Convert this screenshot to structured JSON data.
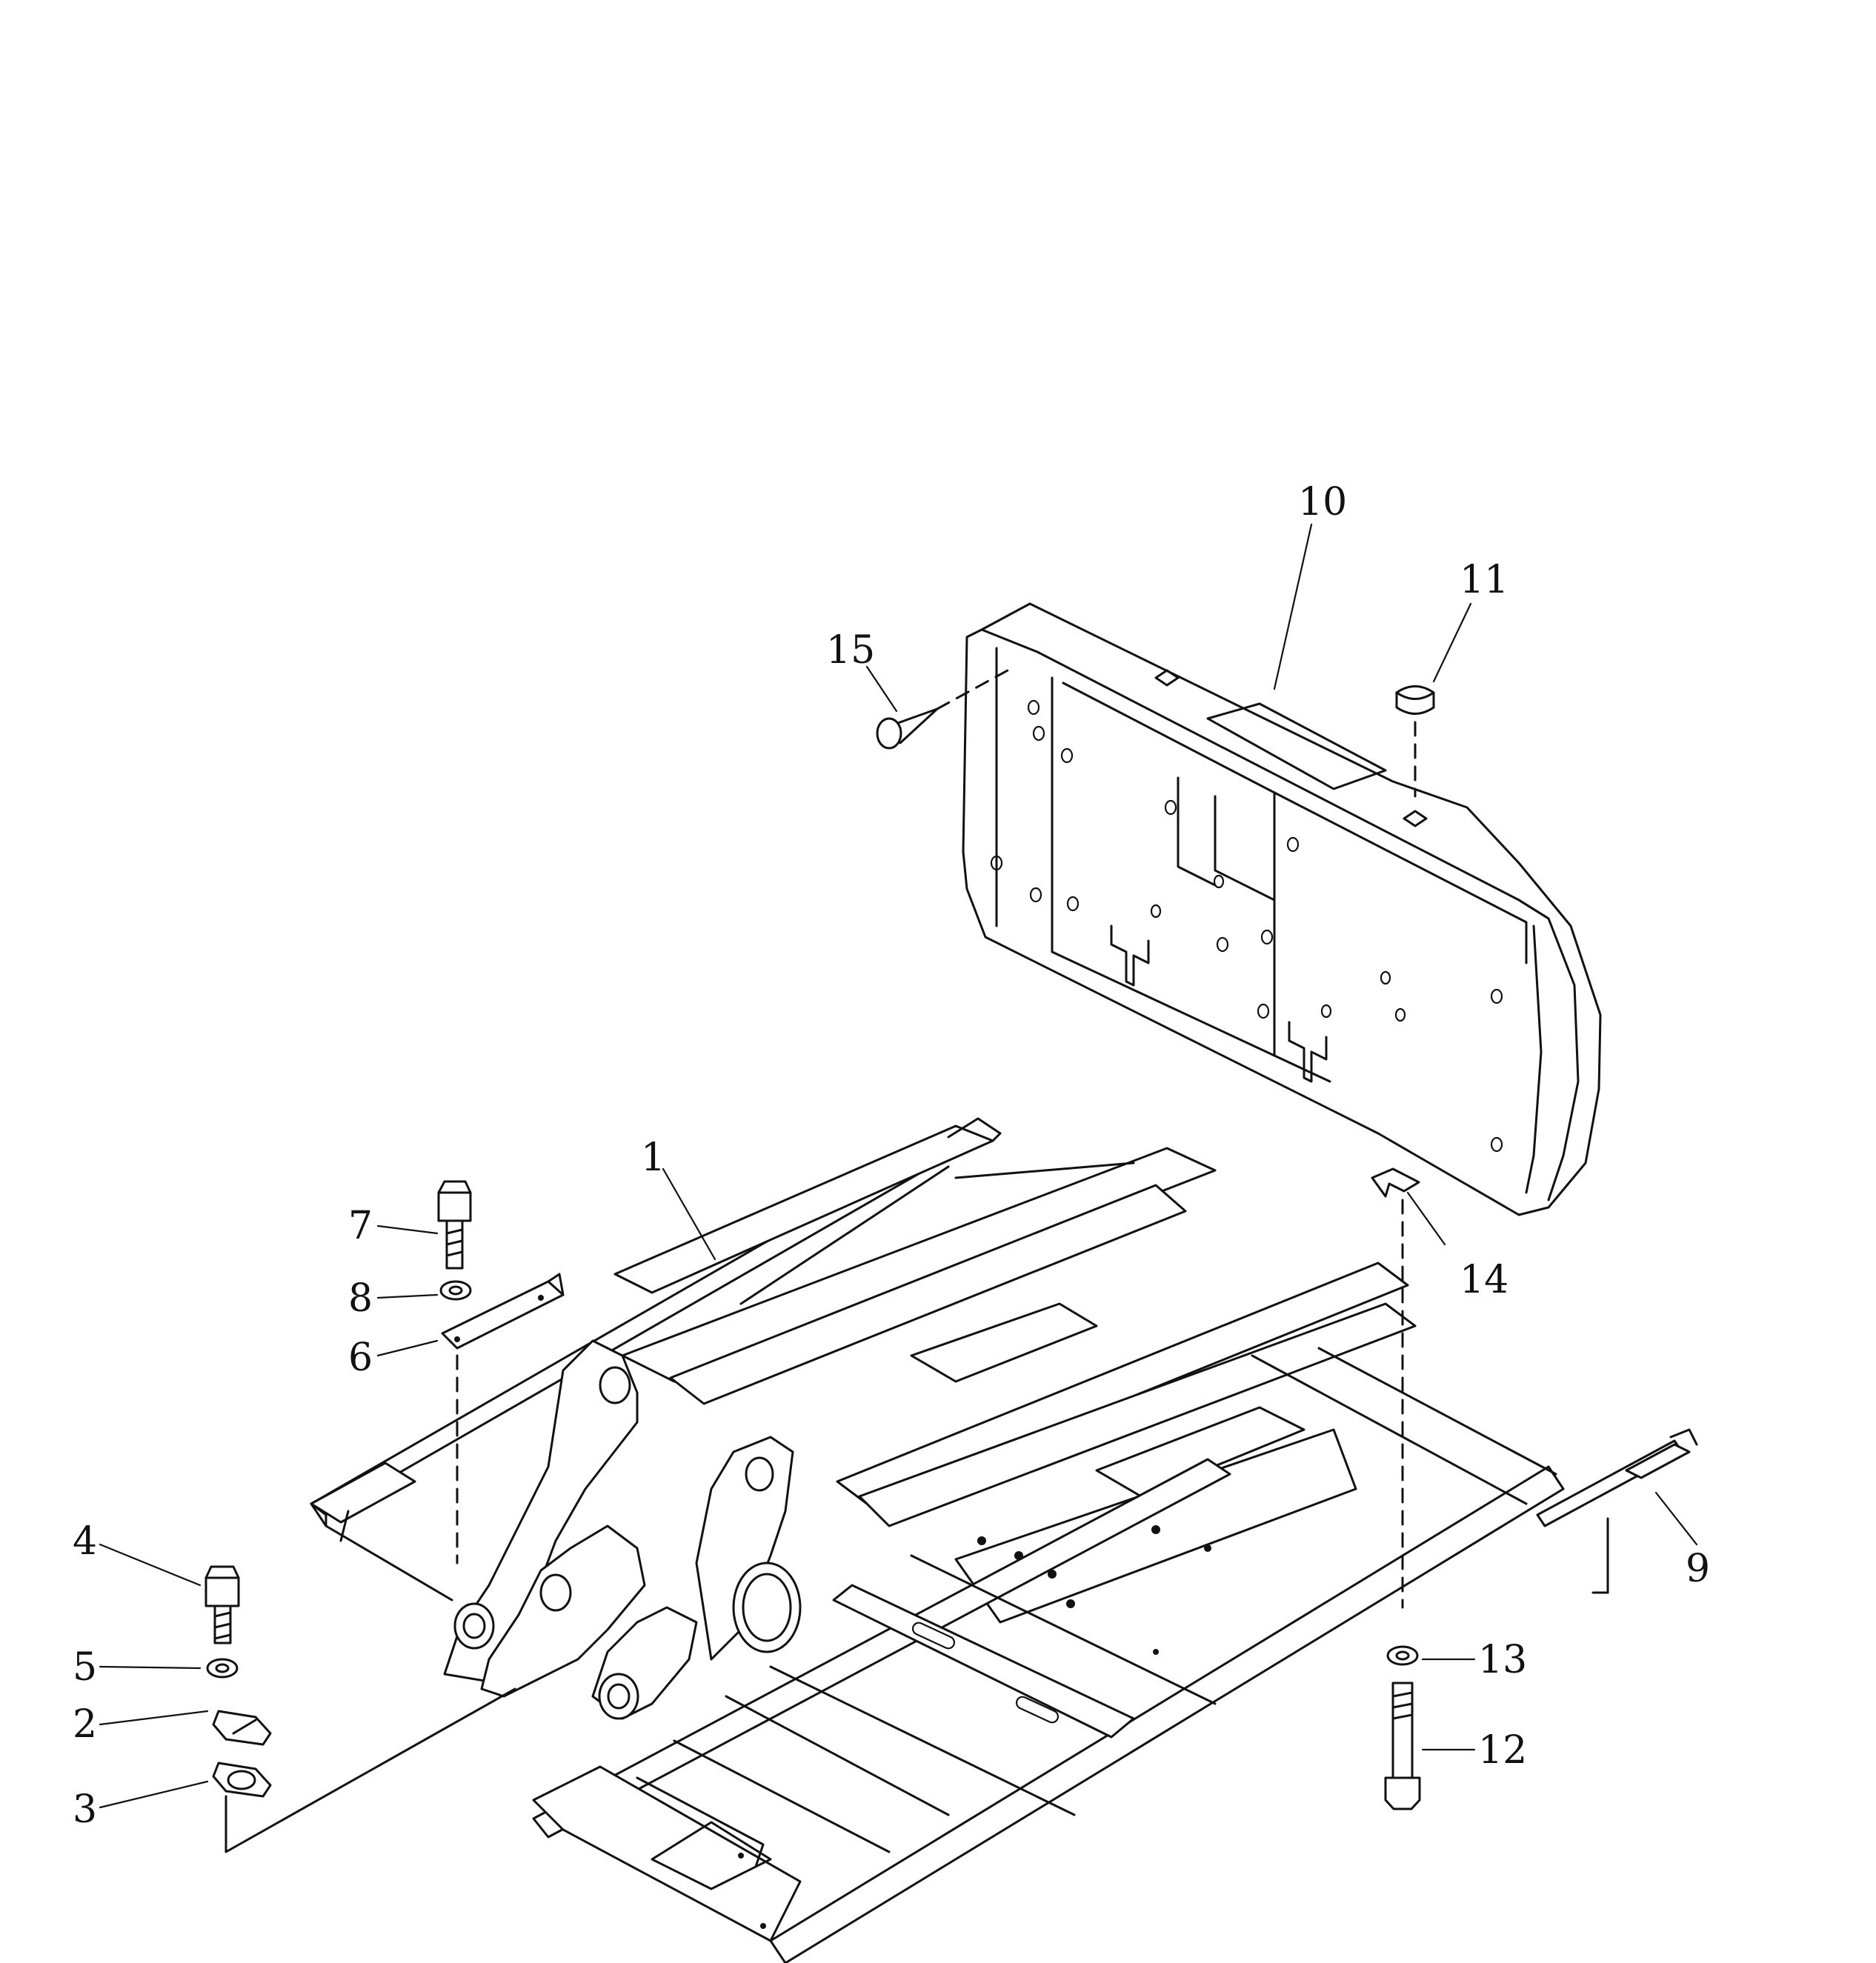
{
  "diagram": {
    "callouts": [
      {
        "id": "c1",
        "label": "1"
      },
      {
        "id": "c2",
        "label": "2"
      },
      {
        "id": "c3",
        "label": "3"
      },
      {
        "id": "c4",
        "label": "4"
      },
      {
        "id": "c5",
        "label": "5"
      },
      {
        "id": "c6",
        "label": "6"
      },
      {
        "id": "c7",
        "label": "7"
      },
      {
        "id": "c8",
        "label": "8"
      },
      {
        "id": "c9",
        "label": "9"
      },
      {
        "id": "c10",
        "label": "10"
      },
      {
        "id": "c11",
        "label": "11"
      },
      {
        "id": "c12",
        "label": "12"
      },
      {
        "id": "c13",
        "label": "13"
      },
      {
        "id": "c14",
        "label": "14"
      },
      {
        "id": "c15",
        "label": "15"
      }
    ]
  }
}
